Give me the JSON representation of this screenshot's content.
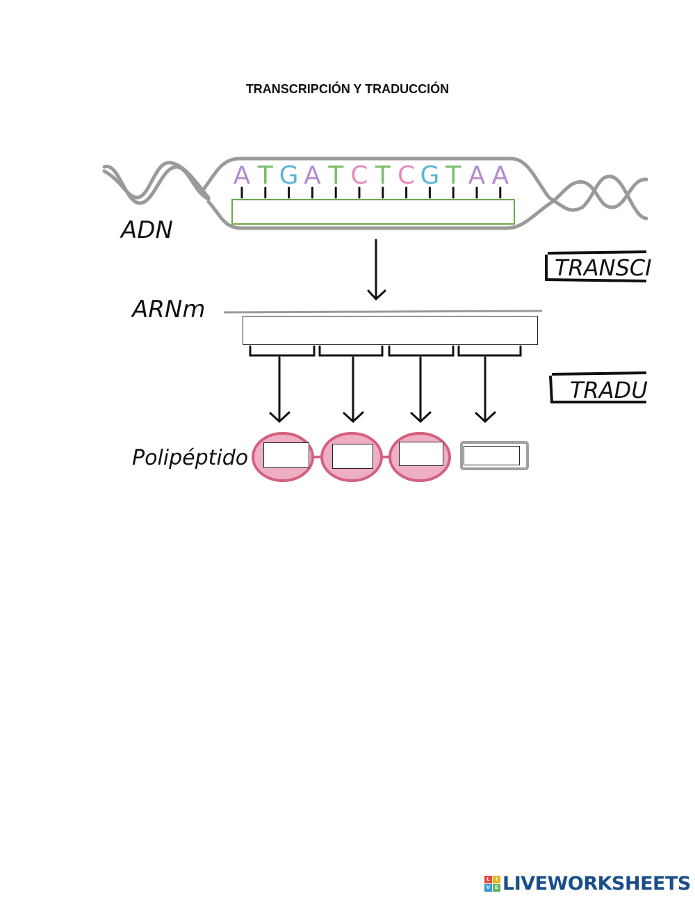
{
  "title": "TRANSCRIPCIÓN Y TRADUCCIÓN",
  "labels": {
    "adn": "ADN",
    "arnm": "ARNm",
    "polipeptido": "Polipéptido",
    "transcripcion_tag": "TRANSCI",
    "traduccion_tag": "TRADU"
  },
  "dna_sequence": [
    {
      "base": "A",
      "color": "#b48cd0"
    },
    {
      "base": "T",
      "color": "#79be6a"
    },
    {
      "base": "G",
      "color": "#5ab6d8"
    },
    {
      "base": "A",
      "color": "#b48cd0"
    },
    {
      "base": "T",
      "color": "#79be6a"
    },
    {
      "base": "C",
      "color": "#e48cc0"
    },
    {
      "base": "T",
      "color": "#79be6a"
    },
    {
      "base": "C",
      "color": "#e48cc0"
    },
    {
      "base": "G",
      "color": "#5ab6d8"
    },
    {
      "base": "T",
      "color": "#79be6a"
    },
    {
      "base": "A",
      "color": "#b48cd0"
    },
    {
      "base": "A",
      "color": "#b48cd0"
    }
  ],
  "answers": {
    "complementary_dna": "",
    "mrna": "",
    "aminoacid_1": "",
    "aminoacid_2": "",
    "aminoacid_3": "",
    "stop": ""
  },
  "colors": {
    "helix": "#9a9a9a",
    "bead_fill": "#eeaec4",
    "bead_stroke": "#d4607e",
    "stop_stroke": "#a0a0a0",
    "green_box": "#6aaa4a"
  },
  "brand": {
    "text": "LIVEWORKSHEETS",
    "logo_letters": [
      "L",
      "I",
      "V",
      "E"
    ],
    "logo_colors": [
      "#e6453a",
      "#f3b21a",
      "#3a9bd9",
      "#5cb85c"
    ]
  }
}
